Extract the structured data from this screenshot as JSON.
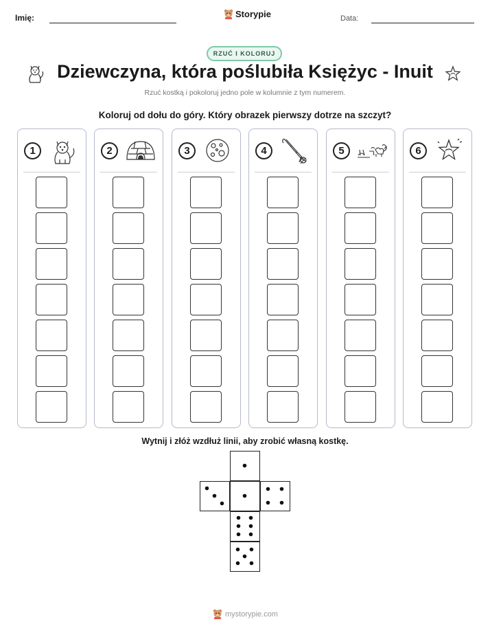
{
  "header": {
    "name_label": "Imię:",
    "date_label": "Data:",
    "brand": "Storypie"
  },
  "badge": "RZUĆ I KOLORUJ",
  "title": "Dziewczyna, która poślubiła Księżyc - Inuit",
  "subtitle": "Rzuć kostką i pokoloruj jedno pole w kolumnie z tym numerem.",
  "instruction": "Koloruj od dołu do góry. Który obrazek pierwszy dotrze na szczyt?",
  "columns": [
    {
      "number": "1",
      "icon": "dog-icon"
    },
    {
      "number": "2",
      "icon": "igloo-icon"
    },
    {
      "number": "3",
      "icon": "moon-icon"
    },
    {
      "number": "4",
      "icon": "harpoon-icon"
    },
    {
      "number": "5",
      "icon": "dog-sled-icon"
    },
    {
      "number": "6",
      "icon": "star-icon"
    }
  ],
  "cut_instruction": "Wytnij i złóż wzdłuż linii, aby zrobić własną kostkę.",
  "footer": "mystorypie.com"
}
